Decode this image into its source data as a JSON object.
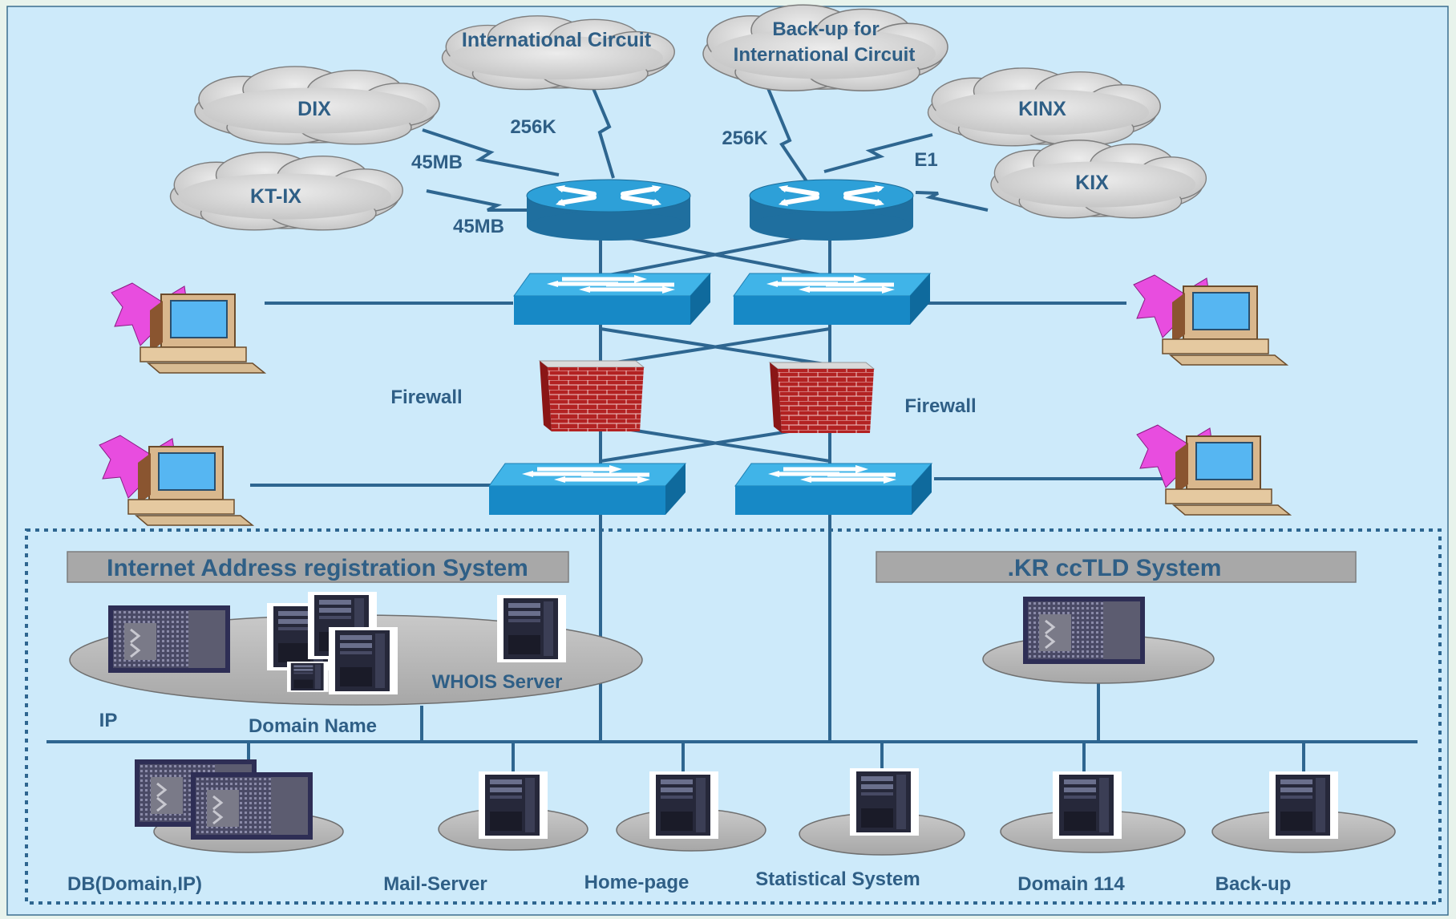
{
  "clouds": {
    "international_circuit": "International Circuit",
    "backup_line1": "Back-up for",
    "backup_line2": "International Circuit",
    "dix": "DIX",
    "kinx": "KINX",
    "ktix": "KT-IX",
    "kix": "KIX"
  },
  "links": {
    "dix_speed": "45MB",
    "ktix_speed": "45MB",
    "intl_speed": "256K",
    "backup_speed": "256K",
    "kinx_speed": "E1"
  },
  "labels": {
    "firewall_left": "Firewall",
    "firewall_right": "Firewall",
    "whois": "WHOIS Server",
    "ip": "IP",
    "domain_name": "Domain Name"
  },
  "systems": {
    "internet_address": "Internet Address registration System",
    "kr_cctld": ".KR ccTLD System"
  },
  "servers": {
    "db": "DB(Domain,IP)",
    "mail": "Mail-Server",
    "home": "Home-page",
    "stat": "Statistical System",
    "domain114": "Domain 114",
    "backup": "Back-up"
  },
  "colors": {
    "canvas": "#cdeafa",
    "line": "#2e6690",
    "text": "#2f5f86",
    "cloud": "#d4d4d4",
    "router": "#1f8fc9",
    "firewall": "#b32222",
    "platform": "#b8b8b8",
    "header_box": "#a8a8a8"
  }
}
